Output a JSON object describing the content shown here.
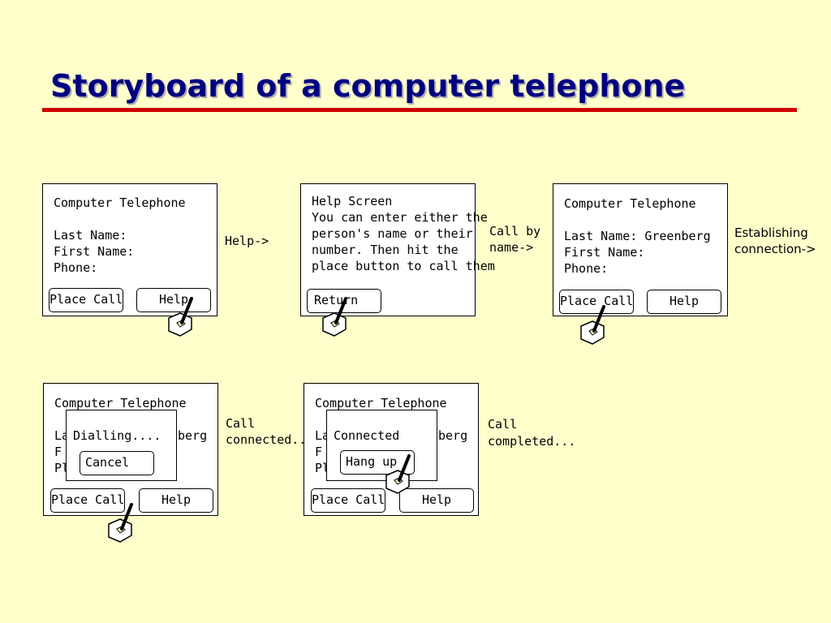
{
  "title": "Storyboard of a computer telephone",
  "icons": {
    "hand": "pointing-hand-with-stylus-icon"
  },
  "colors": {
    "background": "#ffffcc",
    "title": "#000080",
    "rule": "#cc0000"
  },
  "screen1": {
    "heading": "Computer Telephone",
    "last_name": "Last Name:",
    "first_name": "First Name:",
    "phone": "Phone:",
    "place_call": "Place Call",
    "help": "Help"
  },
  "arrow1": "Help->",
  "screen2": {
    "heading": "Help Screen",
    "text_lines": [
      "You can enter either the",
      "person's name or their",
      "number. Then hit the",
      "place button to call them"
    ],
    "return": "Return"
  },
  "arrow2": [
    "Call by",
    "name->"
  ],
  "screen3": {
    "heading": "Computer Telephone",
    "last_name": "Last Name: Greenberg",
    "first_name": "First Name:",
    "phone": "Phone:",
    "place_call": "Place Call",
    "help": "Help"
  },
  "arrow3": [
    "Establishing",
    "connection->"
  ],
  "screen4": {
    "heading": "Computer Telephone",
    "last_name_start": "La",
    "last_name_end": "berg",
    "first_name_start": "F",
    "phone_start": "Pl",
    "dialog_text": "Dialling....",
    "dialog_button": "Cancel",
    "place_call": "Place Call",
    "help": "Help"
  },
  "arrow4": [
    "Call",
    "connected..."
  ],
  "screen5": {
    "heading": "Computer Telephone",
    "last_name_start": "La",
    "last_name_end": "berg",
    "first_name_start": "F",
    "phone_start": "Pl",
    "dialog_text": "Connected",
    "dialog_button": "Hang up",
    "place_call": "Place Call",
    "help": "Help"
  },
  "arrow5": [
    "Call",
    "completed..."
  ]
}
